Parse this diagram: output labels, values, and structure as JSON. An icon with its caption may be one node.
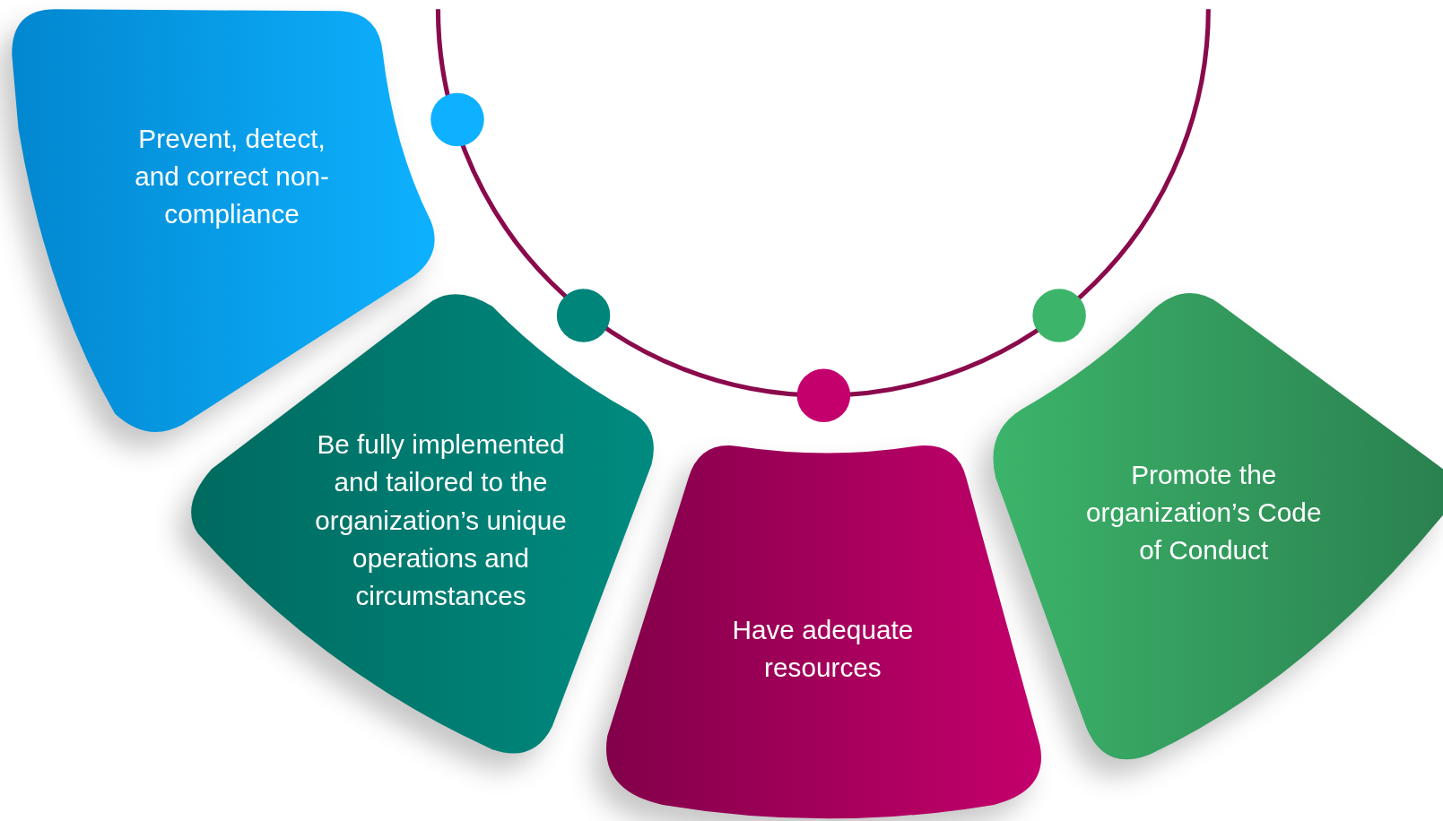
{
  "diagram": {
    "nodes": [
      {
        "text": [
          "Prevent, detect, and correct non-compliance"
        ]
      },
      {
        "text": [
          "Be fully implemented and tailored to the organization’s unique operations and circumstances"
        ]
      },
      {
        "text": [
          "Have adequate resources"
        ]
      },
      {
        "text": [
          "Promote the organization’s Code of Conduct"
        ]
      }
    ]
  }
}
